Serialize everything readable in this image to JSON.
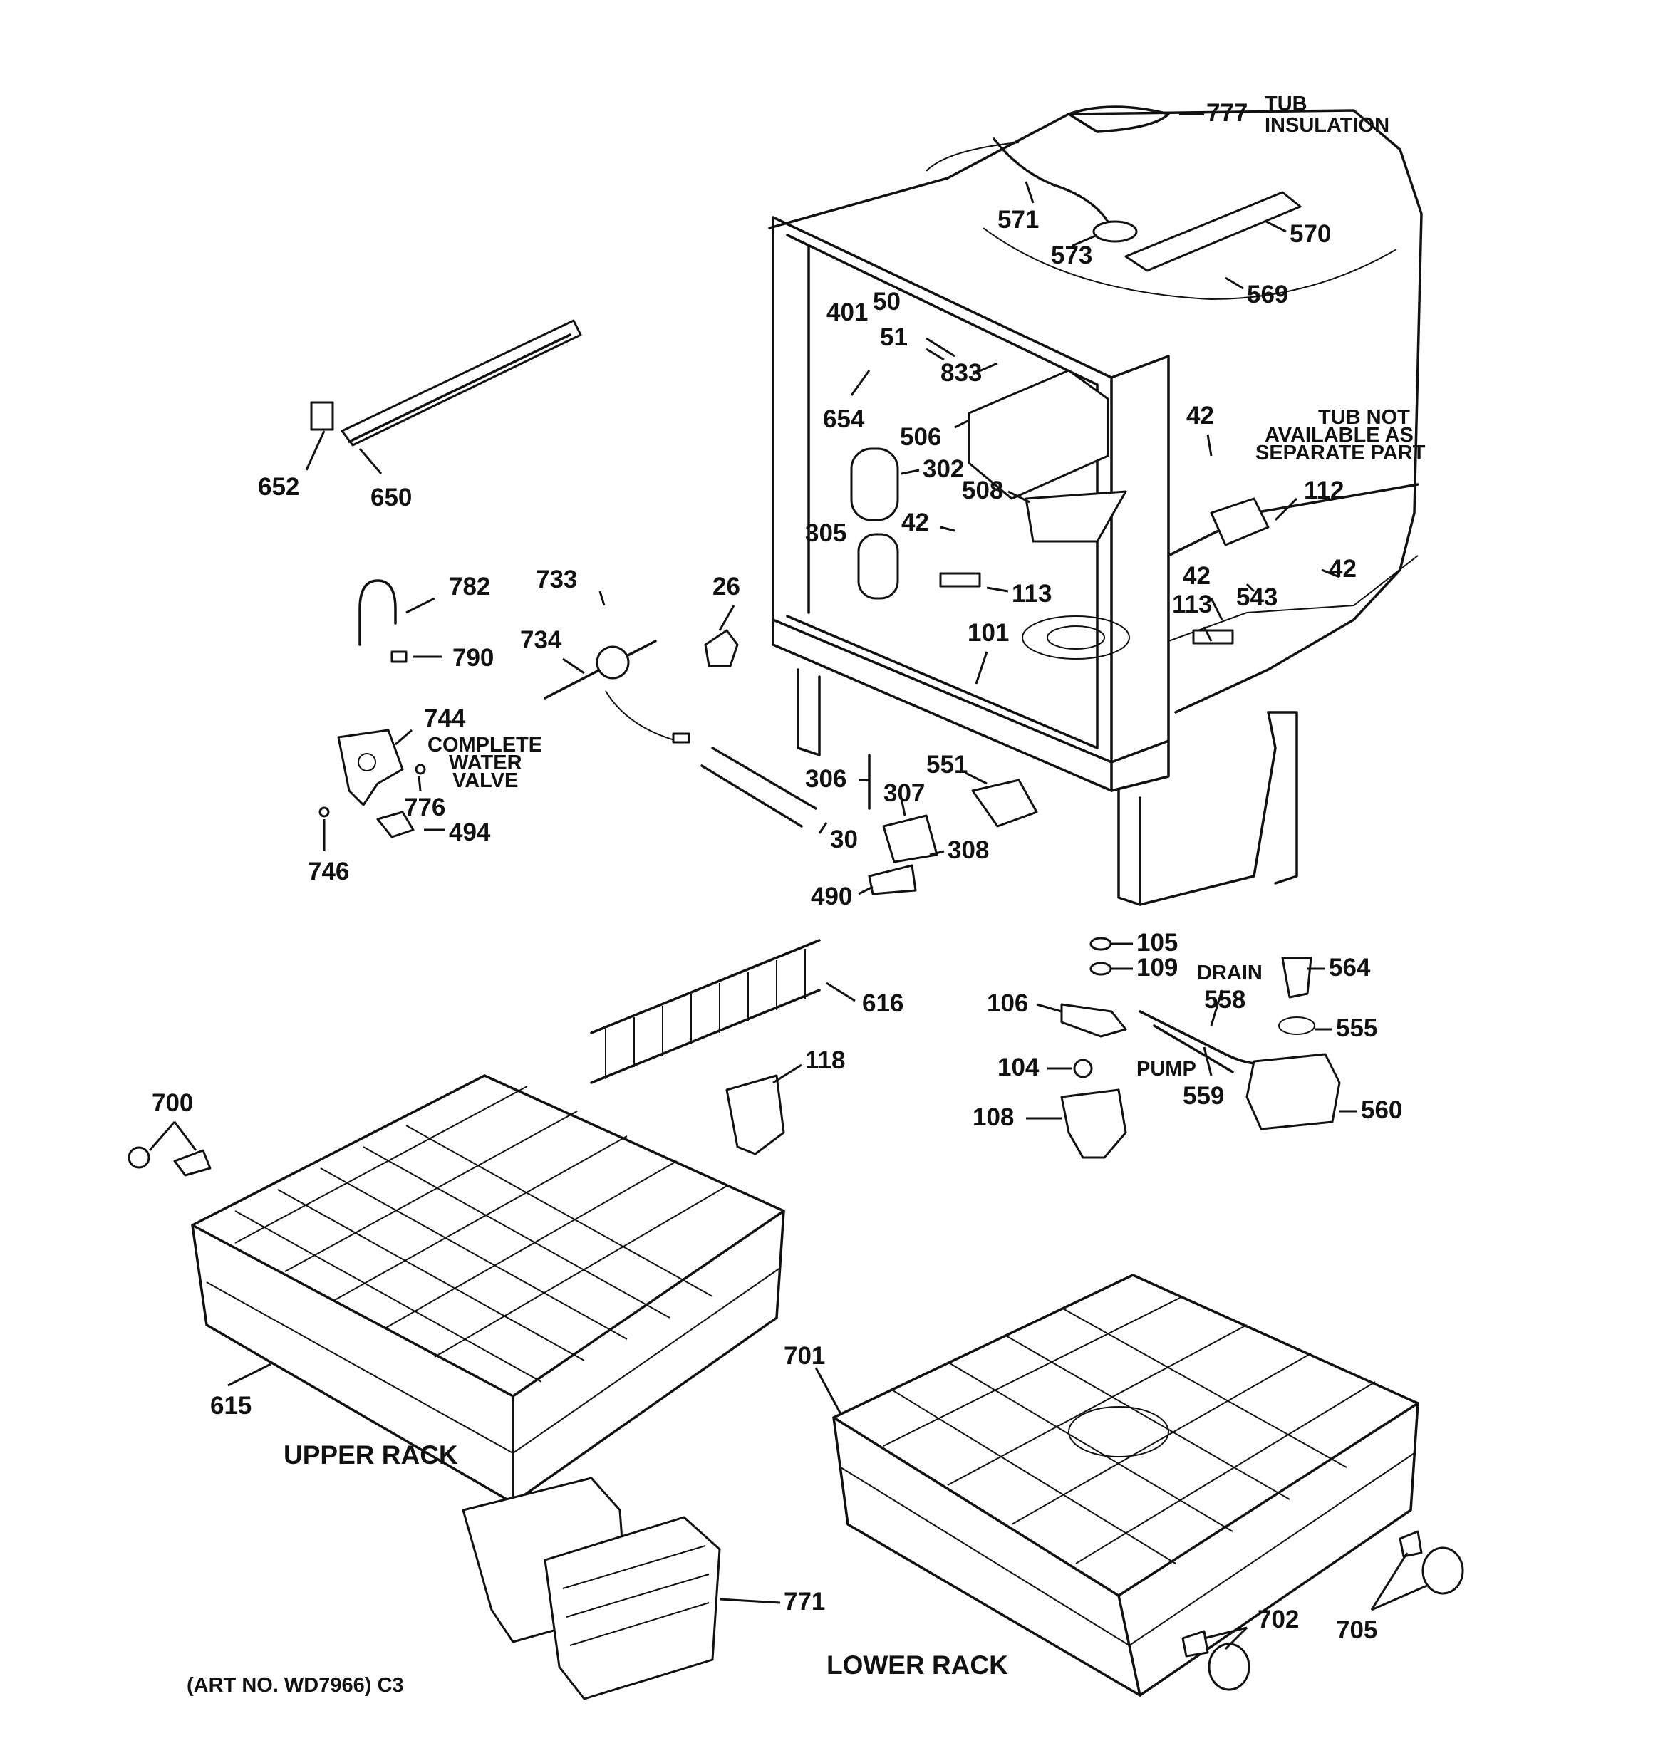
{
  "labels": {
    "p777": "777",
    "p571": "571",
    "p573": "573",
    "p570": "570",
    "p569": "569",
    "p401": "401",
    "p50": "50",
    "p51": "51",
    "p833": "833",
    "p654": "654",
    "p506": "506",
    "p302": "302",
    "p508": "508",
    "p42a": "42",
    "p305": "305",
    "p113a": "113",
    "p101": "101",
    "p42b": "42",
    "p112": "112",
    "p42c": "42",
    "p42d": "42",
    "p113b": "113",
    "p543": "543",
    "p652": "652",
    "p650": "650",
    "p782": "782",
    "p790": "790",
    "p733": "733",
    "p734": "734",
    "p26": "26",
    "p744": "744",
    "p776": "776",
    "p746": "746",
    "p494": "494",
    "p306": "306",
    "p551": "551",
    "p307": "307",
    "p30": "30",
    "p308": "308",
    "p490": "490",
    "p105": "105",
    "p109": "109",
    "p564": "564",
    "p558": "558",
    "p555": "555",
    "p106": "106",
    "p104": "104",
    "p559": "559",
    "p560": "560",
    "p108": "108",
    "p616": "616",
    "p118": "118",
    "p700": "700",
    "p615": "615",
    "p701": "701",
    "p771": "771",
    "p702": "702",
    "p705": "705"
  },
  "captions": {
    "tub_insulation_1": "TUB",
    "tub_insulation_2": "INSULATION",
    "tub_not_1": "TUB NOT",
    "tub_not_2": "AVAILABLE AS",
    "tub_not_3": "SEPARATE PART",
    "valve_1": "COMPLETE",
    "valve_2": "WATER",
    "valve_3": "VALVE",
    "drain": "DRAIN",
    "pump": "PUMP",
    "upper_rack": "UPPER RACK",
    "lower_rack": "LOWER RACK",
    "art_no": "(ART NO. WD7966) C3"
  }
}
